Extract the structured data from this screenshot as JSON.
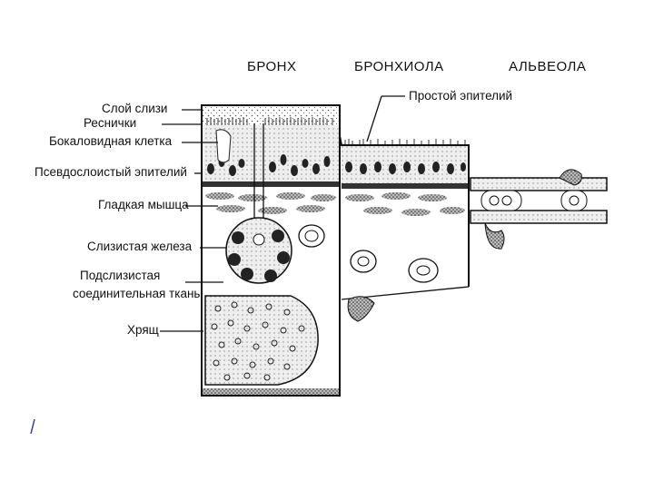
{
  "sections": {
    "bronchus": "БРОНХ",
    "bronchiole": "БРОНХИОЛА",
    "alveolus": "АЛЬВЕОЛА"
  },
  "labels": {
    "mucus_layer": "Слой слизи",
    "cilia": "Реснички",
    "goblet_cell": "Бокаловидная клетка",
    "pseudostratified_epithelium": "Псевдослоистый эпителий",
    "smooth_muscle": "Гладкая мышца",
    "mucous_gland": "Слизистая железа",
    "submucosa_line1": "Подслизистая",
    "submucosa_line2": "соединительная ткань",
    "cartilage": "Хрящ",
    "simple_epithelium": "Простой эпителий"
  }
}
